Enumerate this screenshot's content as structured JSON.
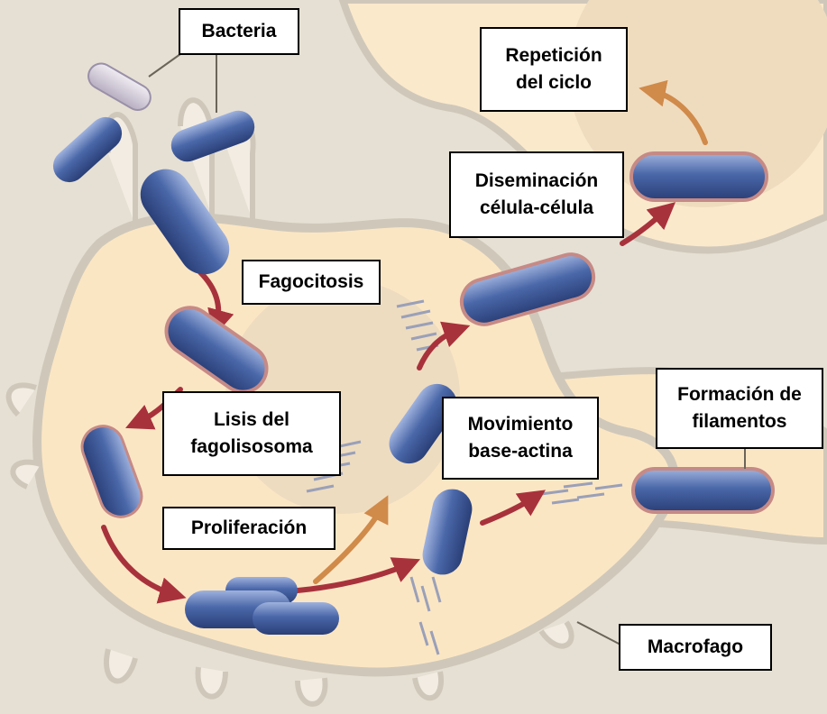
{
  "labels": {
    "bacteria": "Bacteria",
    "repeticion": "Repetición\ndel ciclo",
    "diseminacion": "Diseminación\ncélula-célula",
    "fagocitosis": "Fagocitosis",
    "lisis": "Lisis del\nfagolisosoma",
    "movimiento": "Movimiento\nbase-actina",
    "formacion": "Formación de\nfilamentos",
    "proliferacion": "Proliferación",
    "macrofago": "Macrofago"
  },
  "colors": {
    "background": "#e6e0d4",
    "cytoplasm": "#fbe6c4",
    "membrane": "#cfc8ba",
    "nucleus": "#eedcc0",
    "bacterium": "#3d5a9a",
    "arrow": "#a8323c",
    "actin": "#9aa0b8"
  }
}
